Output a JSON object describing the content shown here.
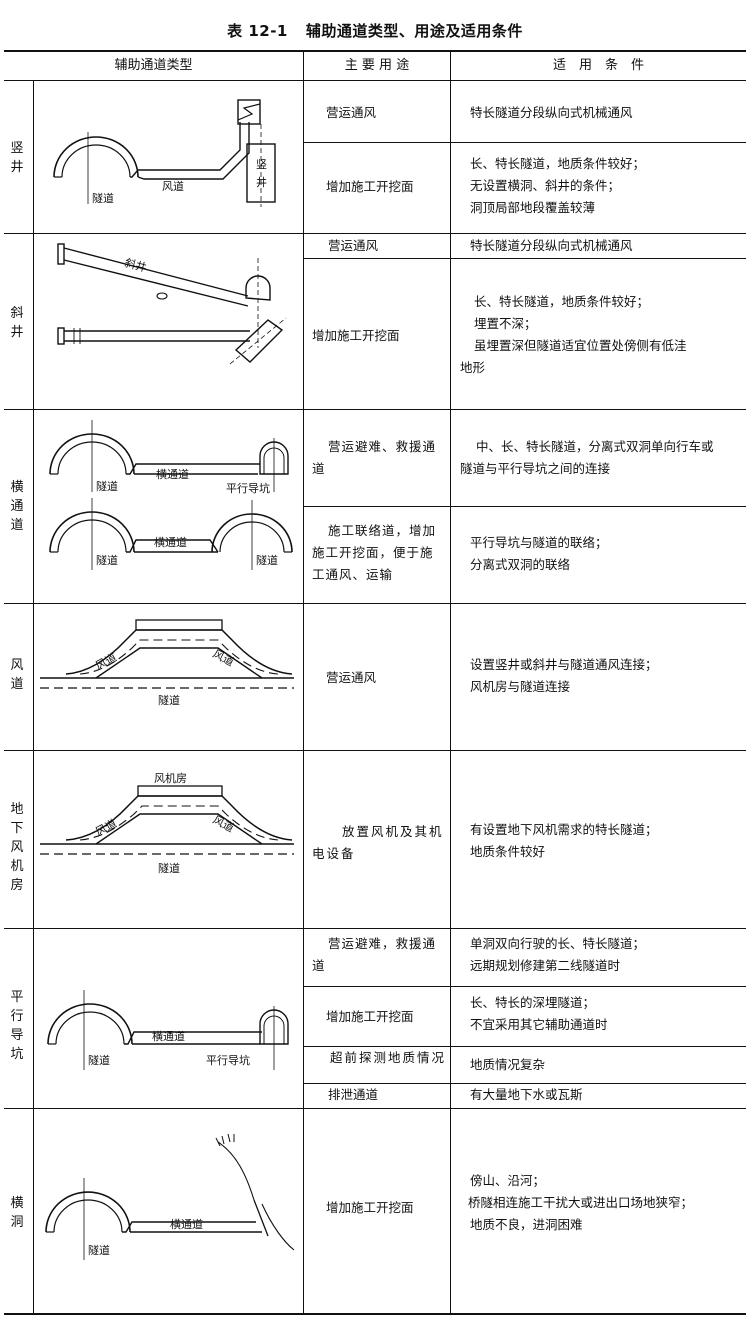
{
  "title": {
    "number": "表 12-1",
    "text": "辅助通道类型、用途及适用条件"
  },
  "header": {
    "type": "辅助通道类型",
    "use": "主 要 用 途",
    "cond": "适　用　条　件"
  },
  "rows": [
    {
      "category": "竖井",
      "figure_labels": [
        "隧道",
        "风道",
        "竖",
        "井"
      ],
      "uses": [
        "营运通风",
        "增加施工开挖面"
      ],
      "conditions": [
        [
          "特长隧道分段纵向式机械通风"
        ],
        [
          "长、特长隧道，地质条件较好；",
          "无设置横洞、斜井的条件；",
          "洞顶局部地段覆盖较薄"
        ]
      ]
    },
    {
      "category": "斜井",
      "figure_labels": [
        "斜井"
      ],
      "uses": [
        "营运通风",
        "增加施工开挖面"
      ],
      "conditions": [
        [
          "特长隧道分段纵向式机械通风"
        ],
        [
          "长、特长隧道，地质条件较好；",
          "埋置不深；",
          "虽埋置深但隧道适宜位置处傍侧有低洼",
          "地形"
        ]
      ]
    },
    {
      "category": "横通道",
      "figure_labels": [
        "隧道",
        "横通道",
        "平行导坑",
        "隧道",
        "横通道",
        "隧道"
      ],
      "uses": [
        "营运避难、救援通道",
        "施工联络道，增加施工开挖面，便于施工通风、运输"
      ],
      "conditions": [
        [
          "中、长、特长隧道，分离式双洞单向行车或",
          "隧道与平行导坑之间的连接"
        ],
        [
          "平行导坑与隧道的联络；",
          "分离式双洞的联络"
        ]
      ]
    },
    {
      "category": "风道",
      "figure_labels": [
        "风道",
        "风道",
        "隧道"
      ],
      "uses": [
        "营运通风"
      ],
      "conditions": [
        [
          "设置竖井或斜井与隧道通风连接；",
          "风机房与隧道连接"
        ]
      ]
    },
    {
      "category": "地下风机房",
      "figure_labels": [
        "风机房",
        "风道",
        "风道",
        "隧道"
      ],
      "uses": [
        "放置风机及其机电设备"
      ],
      "conditions": [
        [
          "有设置地下风机需求的特长隧道；",
          "地质条件较好"
        ]
      ]
    },
    {
      "category": "平行导坑",
      "figure_labels": [
        "横通道",
        "隧道",
        "平行导坑"
      ],
      "uses": [
        "营运避难，救援通道",
        "增加施工开挖面",
        "超前探测地质情况",
        "排泄通道"
      ],
      "conditions": [
        [
          "单洞双向行驶的长、特长隧道；",
          "远期规划修建第二线隧道时"
        ],
        [
          "长、特长的深埋隧道；",
          "不宜采用其它辅助通道时"
        ],
        [
          "地质情况复杂"
        ],
        [
          "有大量地下水或瓦斯"
        ]
      ]
    },
    {
      "category": "横洞",
      "figure_labels": [
        "横通道",
        "隧道"
      ],
      "uses": [
        "增加施工开挖面"
      ],
      "conditions": [
        [
          "傍山、沿河；",
          "桥隧相连施工干扰大或进出口场地狭窄；",
          "地质不良，进洞困难"
        ]
      ]
    }
  ]
}
